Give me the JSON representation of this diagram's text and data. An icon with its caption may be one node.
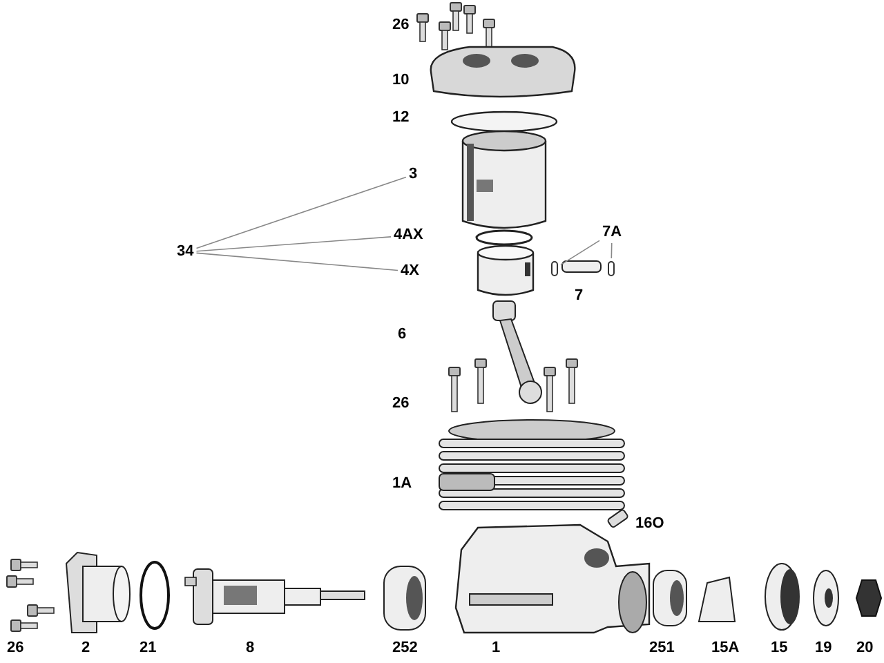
{
  "diagram": {
    "nodes": [
      {
        "text": [
          "34"
        ]
      },
      {
        "text": [
          "3"
        ]
      },
      {
        "text": [
          "4AX"
        ]
      },
      {
        "text": [
          "4X"
        ]
      },
      {
        "text": [
          "7A"
        ]
      },
      {
        "text": [],
        "shape": "circle"
      },
      {
        "text": [],
        "shape": "circle"
      }
    ],
    "edges": [
      {
        "from": 0,
        "to": 1,
        "arrow": "none"
      },
      {
        "from": 0,
        "to": 2,
        "arrow": "none"
      },
      {
        "from": 0,
        "to": 3,
        "arrow": "none"
      },
      {
        "from": 4,
        "to": 5,
        "arrow": "none"
      },
      {
        "from": 4,
        "to": 6,
        "arrow": "none"
      }
    ],
    "labels": [
      "26",
      "10",
      "12",
      "7",
      "6",
      "26",
      "1A",
      "16O",
      "26",
      "2",
      "21",
      "8",
      "252",
      "1",
      "251",
      "15A",
      "15",
      "19",
      "20"
    ]
  }
}
